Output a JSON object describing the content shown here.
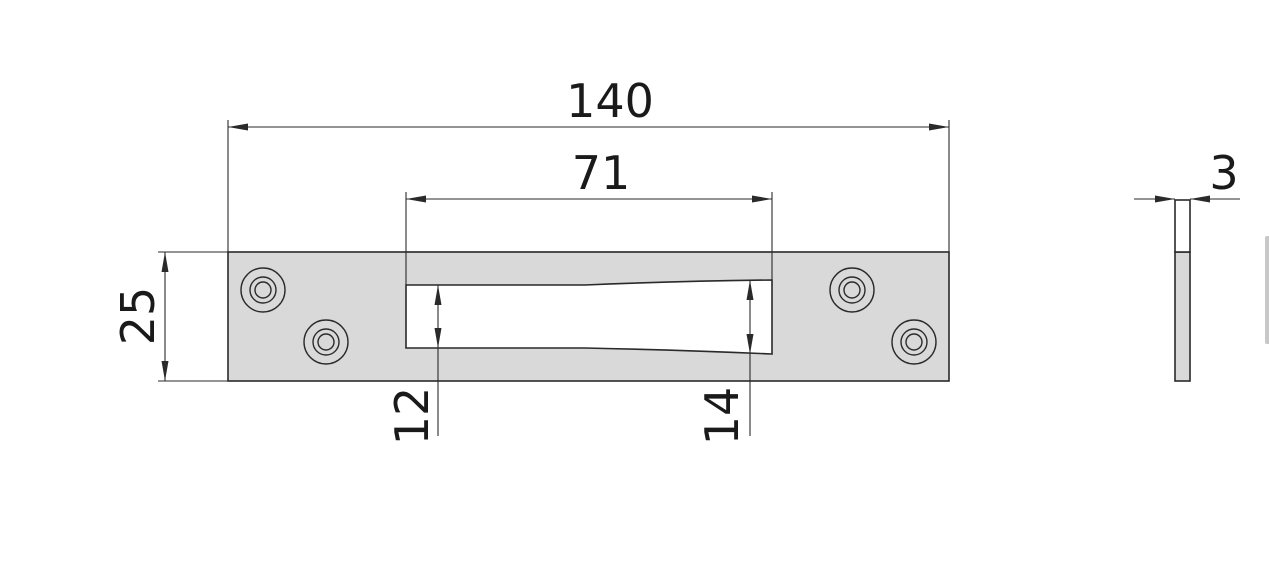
{
  "colors": {
    "plate_fill": "#d9d9d9",
    "background": "#ffffff",
    "line": "#2a2a2a"
  },
  "dimensions": {
    "overall_length": "140",
    "slot_length": "71",
    "plate_height": "25",
    "slot_left_height": "12",
    "slot_right_height": "14",
    "thickness": "3"
  }
}
